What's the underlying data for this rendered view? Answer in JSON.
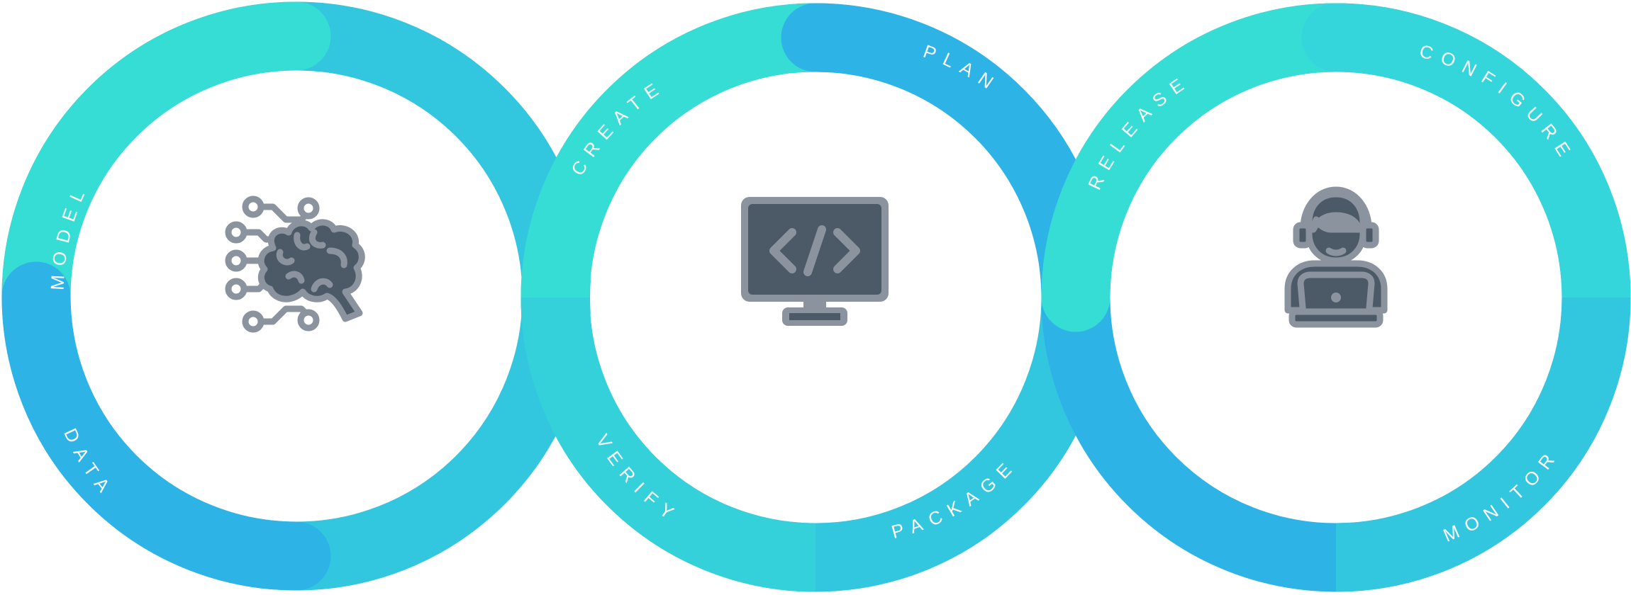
{
  "diagram": {
    "colors": {
      "teal": "#36ddd5",
      "cyan": "#33c9de",
      "blue": "#2db3e6",
      "icon_fill": "#4c5a68",
      "icon_stroke": "#8b949e"
    },
    "rings": [
      {
        "name": "ring-1",
        "icon": "brain-circuit-icon",
        "labels": {
          "top": "MODEL",
          "bottom": "DATA"
        }
      },
      {
        "name": "ring-2",
        "icon": "code-monitor-icon",
        "labels": {
          "top_left": "CREATE",
          "top_right": "PLAN",
          "bottom_left": "VERIFY",
          "bottom_right": "PACKAGE"
        }
      },
      {
        "name": "ring-3",
        "icon": "operator-headset-laptop-icon",
        "labels": {
          "top_left": "RELEASE",
          "top_right": "CONFIGURE",
          "bottom_right": "MONITOR"
        }
      }
    ]
  }
}
